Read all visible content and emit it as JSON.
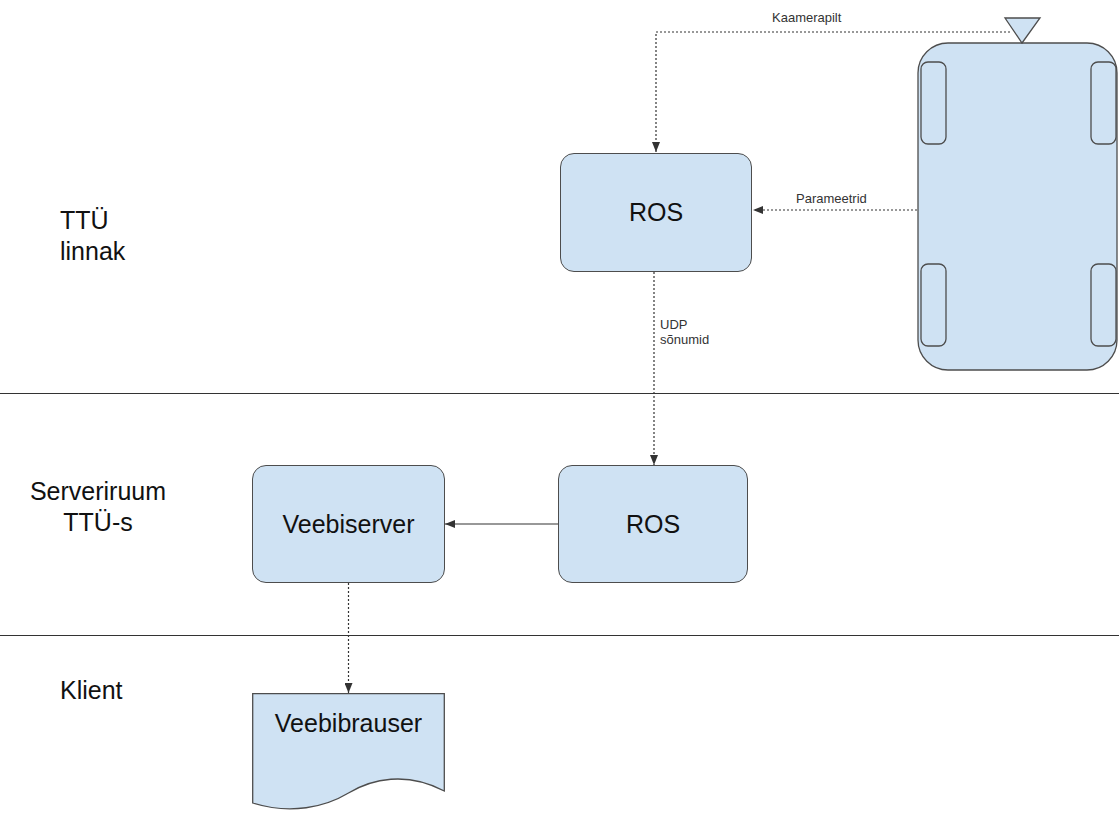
{
  "diagram": {
    "nodes": [
      {
        "text": [
          "ROS"
        ]
      },
      {
        "text": [
          "Veebiserver"
        ]
      },
      {
        "text": [
          "ROS"
        ]
      },
      {
        "text": [
          "Veebibrauser"
        ]
      }
    ],
    "edges": [
      {
        "from": 0,
        "to": 2,
        "label": "UDP sõnumid",
        "arrow": "to"
      },
      {
        "from": 2,
        "to": 1,
        "arrow": "to"
      },
      {
        "from": 1,
        "to": 3,
        "arrow": "to"
      }
    ],
    "labels": [
      "TTÜ linnak",
      "Serveriruum TTÜ-s",
      "Klient",
      "Kaamerapilt",
      "Parameetrid"
    ]
  }
}
